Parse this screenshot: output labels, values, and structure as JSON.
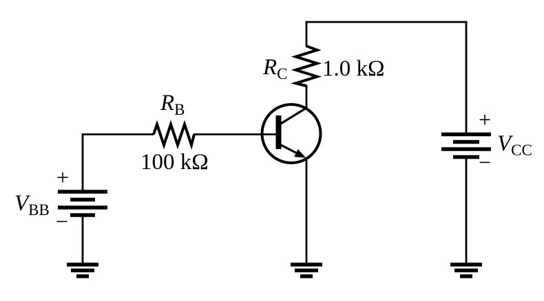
{
  "figure": {
    "background": "#ffffff",
    "ink": "#000000"
  },
  "symbols": {
    "transistor": "npn-bjt-transistor",
    "resistor": "zigzag-resistor",
    "source": "dc-battery",
    "ground": "earth-ground"
  },
  "labels": {
    "rb": {
      "symbol": "R",
      "subscript": "B",
      "value": "100 kΩ"
    },
    "rc": {
      "symbol": "R",
      "subscript": "C",
      "value": "1.0 kΩ"
    },
    "vbb": {
      "symbol": "V",
      "subscript": "BB",
      "plus": "+",
      "minus": "−"
    },
    "vcc": {
      "symbol": "V",
      "subscript": "CC",
      "plus": "+",
      "minus": "−"
    }
  }
}
